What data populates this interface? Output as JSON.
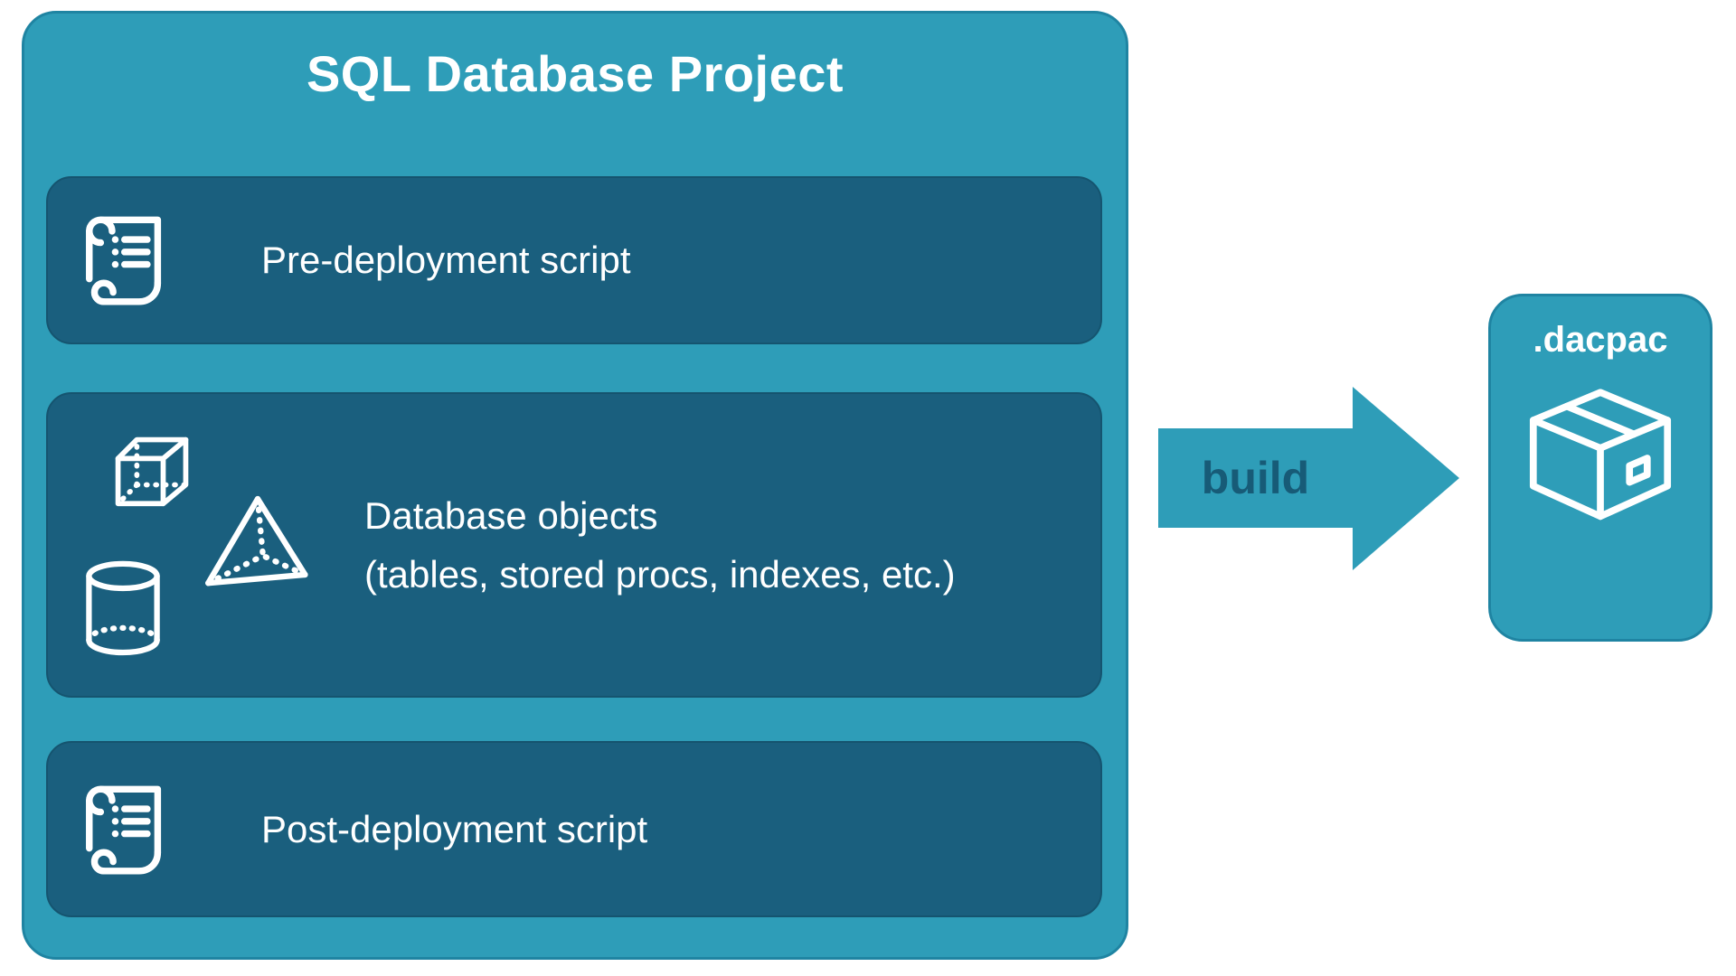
{
  "title": "SQL Database Project",
  "boxes": {
    "pre": {
      "label": "Pre-deployment script"
    },
    "objects": {
      "line1": "Database objects",
      "line2": "(tables, stored procs, indexes, etc.)"
    },
    "post": {
      "label": "Post-deployment script"
    }
  },
  "arrow": {
    "label": "build"
  },
  "output": {
    "label": ".dacpac"
  },
  "colors": {
    "container_teal": "#2E9DB8",
    "inner_dark": "#1A5F7E",
    "outline_teal": "#1F84A2",
    "build_text": "#175B77",
    "text_white": "#FFFFFF"
  },
  "icons": {
    "pre": "scroll-icon",
    "objects": [
      "cube-icon",
      "pyramid-icon",
      "cylinder-icon"
    ],
    "post": "scroll-icon",
    "output": "package-icon",
    "connector": "right-block-arrow"
  }
}
